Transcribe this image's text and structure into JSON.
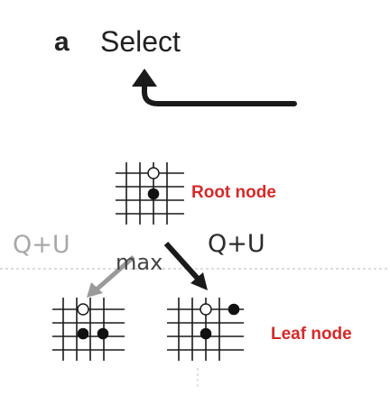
{
  "panel": {
    "letter": "a",
    "title": "Select"
  },
  "labels": {
    "root_node": "Root node",
    "leaf_node": "Leaf node",
    "q_plus_u_left": "Q+U",
    "q_plus_u_right": "Q+U",
    "max": "max"
  },
  "colors": {
    "label_red": "#d42a2a",
    "ink": "#222222",
    "faded": "#a8a8a8"
  }
}
